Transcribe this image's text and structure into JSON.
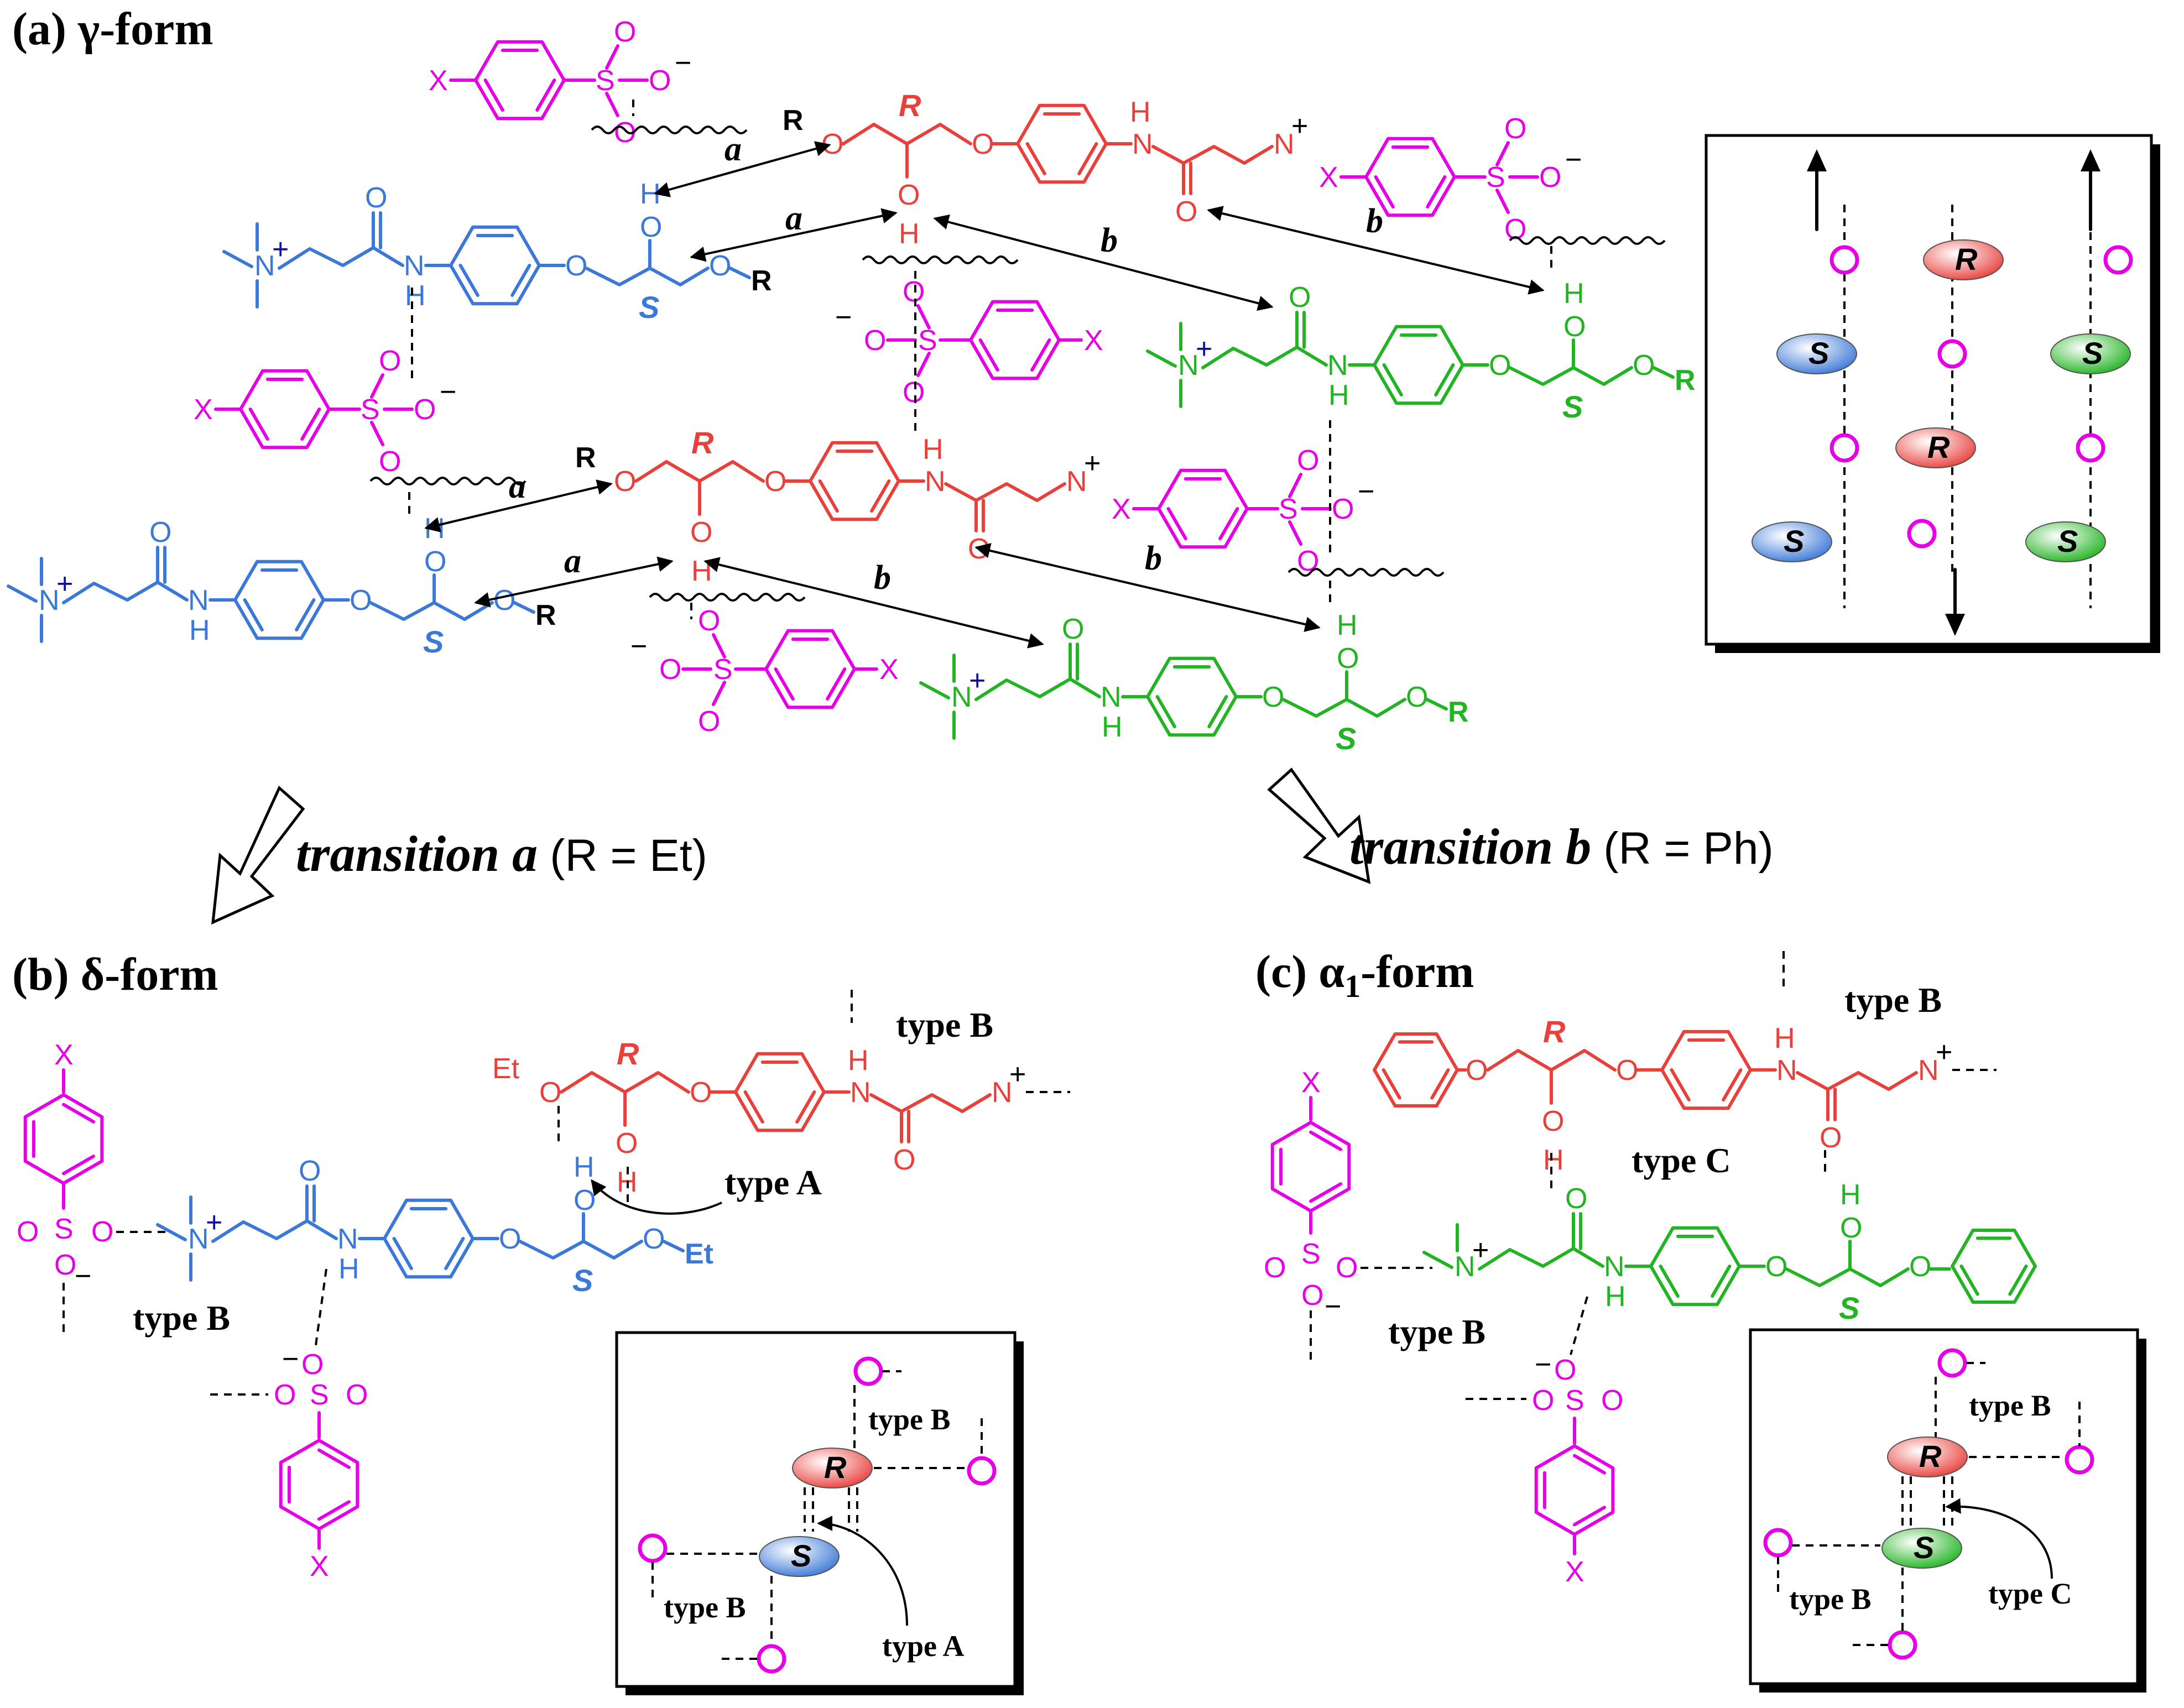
{
  "panels": {
    "a": {
      "title": "(a) γ-form"
    },
    "b": {
      "title": "(b) δ-form"
    },
    "c_prefix": "(c) α",
    "c_sub": "1",
    "c_suffix": "-form"
  },
  "transitions": {
    "a": {
      "label": "transition a",
      "condition": "(R = Et)"
    },
    "b": {
      "label": "transition b",
      "condition": "(R = Ph)"
    }
  },
  "hbond_labels": {
    "a": "a",
    "b": "b"
  },
  "interaction_types": {
    "A": "type A",
    "B": "type B",
    "C": "type C"
  },
  "chirality": {
    "R": "R",
    "S": "S"
  },
  "atoms": {
    "X": "X",
    "S": "S",
    "O": "O",
    "H": "H",
    "N": "N",
    "R": "R",
    "Et": "Et",
    "minus": "−",
    "plus": "+"
  },
  "colors": {
    "counterion": "#e600e6",
    "r_enantiomer": "#e8413c",
    "s_blue": "#3c78d8",
    "s_green": "#22b422",
    "frame": "#000000"
  }
}
